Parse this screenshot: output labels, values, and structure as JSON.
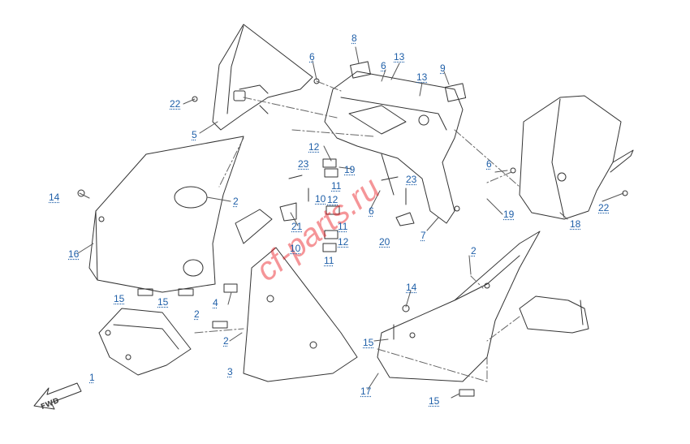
{
  "diagram": {
    "direction_label": "FWD",
    "watermark_text": "cf-parts.ru",
    "colors": {
      "line": "#333333",
      "callout": "#1f5fa8",
      "watermark": "#e8151b"
    },
    "callouts": [
      {
        "id": "c8",
        "label": "8"
      },
      {
        "id": "c6a",
        "label": "6"
      },
      {
        "id": "c13a",
        "label": "13"
      },
      {
        "id": "c6b",
        "label": "6"
      },
      {
        "id": "c9",
        "label": "9"
      },
      {
        "id": "c13b",
        "label": "13"
      },
      {
        "id": "c22a",
        "label": "22"
      },
      {
        "id": "c5",
        "label": "5"
      },
      {
        "id": "c12a",
        "label": "12"
      },
      {
        "id": "c19a",
        "label": "19"
      },
      {
        "id": "c23a",
        "label": "23"
      },
      {
        "id": "c10a",
        "label": "10"
      },
      {
        "id": "c11a",
        "label": "11"
      },
      {
        "id": "c12b",
        "label": "12"
      },
      {
        "id": "c23b",
        "label": "23"
      },
      {
        "id": "c6c",
        "label": "6"
      },
      {
        "id": "c6d",
        "label": "6"
      },
      {
        "id": "c19b",
        "label": "19"
      },
      {
        "id": "c22b",
        "label": "22"
      },
      {
        "id": "c18",
        "label": "18"
      },
      {
        "id": "c14a",
        "label": "14"
      },
      {
        "id": "c2a",
        "label": "2"
      },
      {
        "id": "c16",
        "label": "16"
      },
      {
        "id": "c21",
        "label": "21"
      },
      {
        "id": "c11b",
        "label": "11"
      },
      {
        "id": "c12c",
        "label": "12"
      },
      {
        "id": "c10b",
        "label": "10"
      },
      {
        "id": "c11c",
        "label": "11"
      },
      {
        "id": "c20",
        "label": "20"
      },
      {
        "id": "c7",
        "label": "7"
      },
      {
        "id": "c2b",
        "label": "2"
      },
      {
        "id": "c15a",
        "label": "15"
      },
      {
        "id": "c15b",
        "label": "15"
      },
      {
        "id": "c4",
        "label": "4"
      },
      {
        "id": "c2c",
        "label": "2"
      },
      {
        "id": "c2d",
        "label": "2"
      },
      {
        "id": "c14b",
        "label": "14"
      },
      {
        "id": "c1",
        "label": "1"
      },
      {
        "id": "c3",
        "label": "3"
      },
      {
        "id": "c15c",
        "label": "15"
      },
      {
        "id": "c17",
        "label": "17"
      },
      {
        "id": "c15d",
        "label": "15"
      }
    ]
  }
}
